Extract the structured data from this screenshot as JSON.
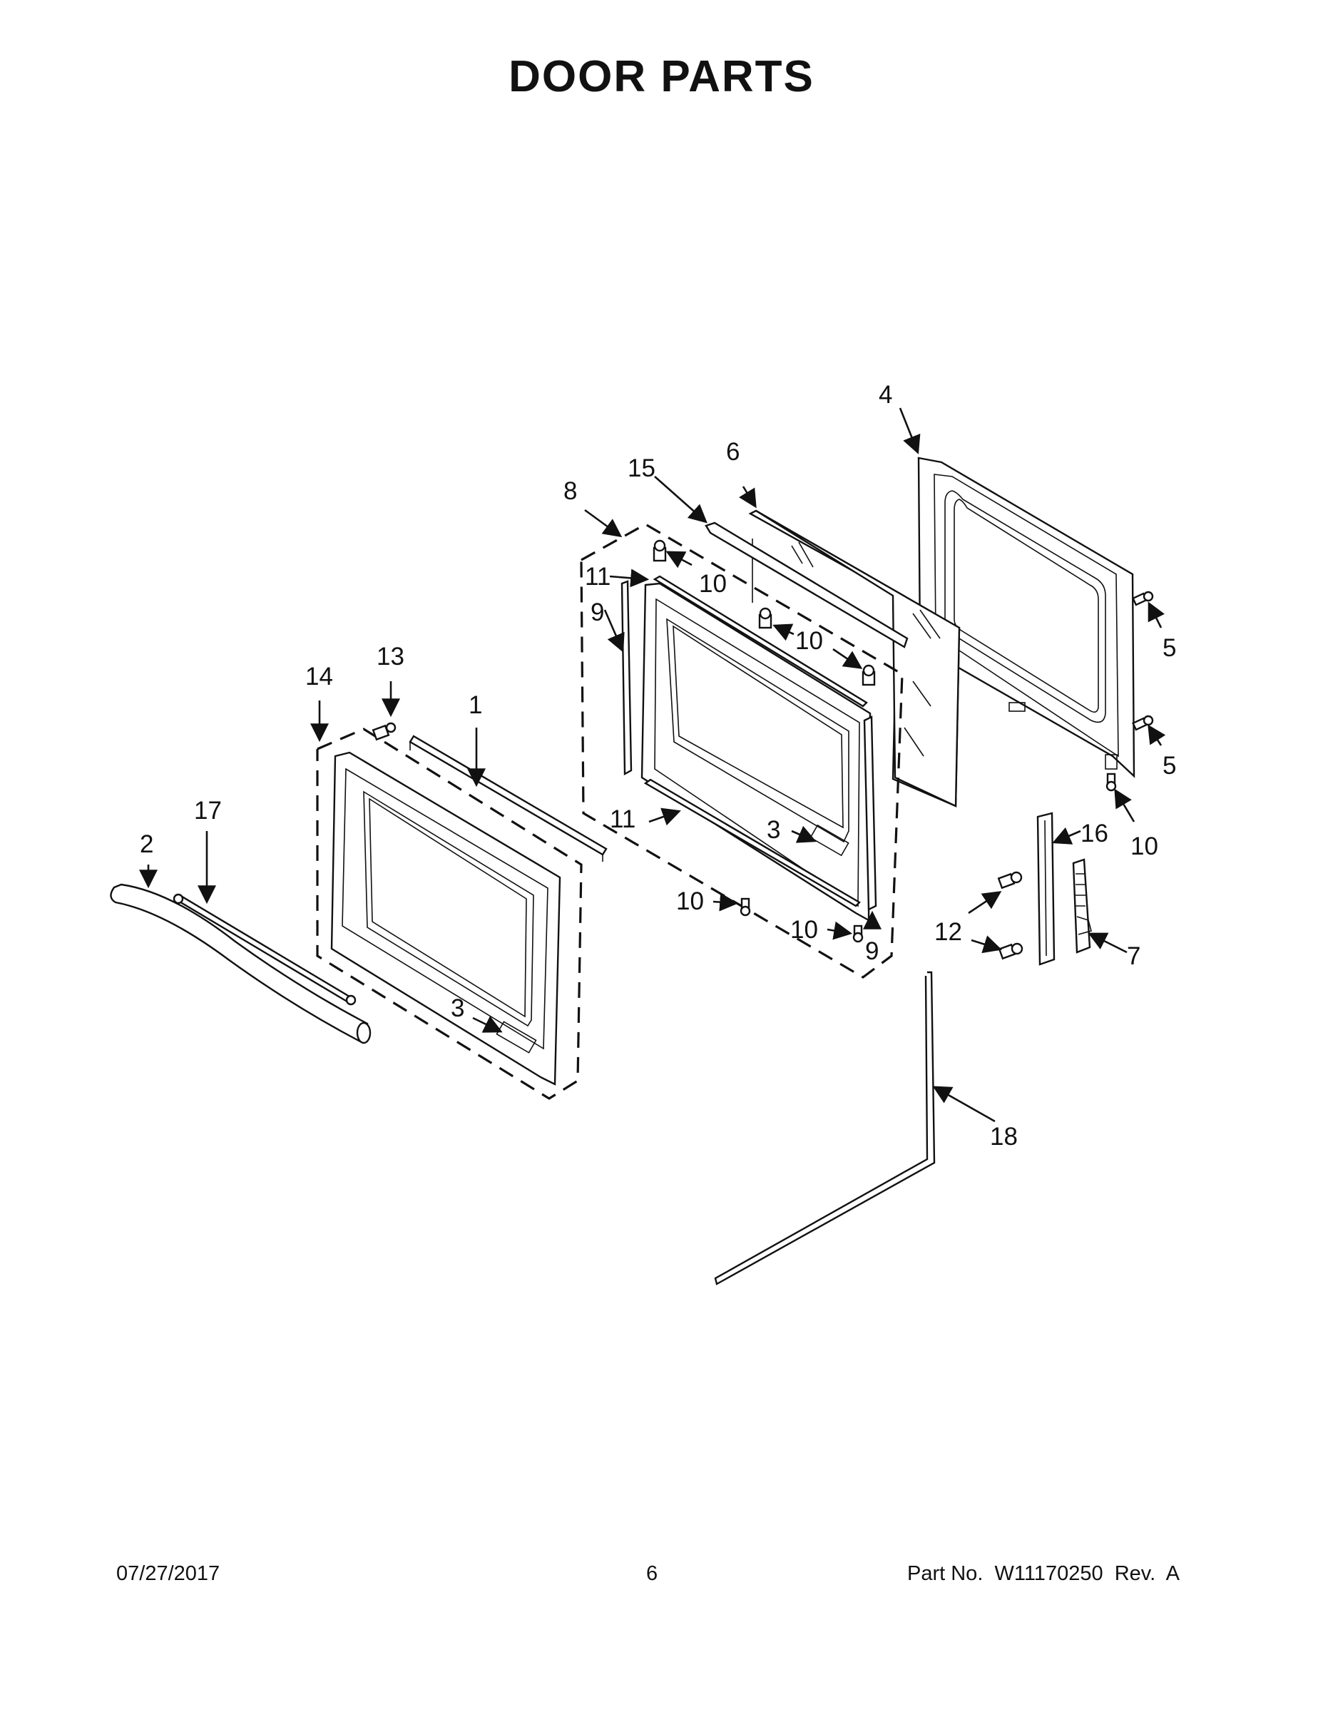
{
  "header": {
    "title": "DOOR PARTS"
  },
  "callouts": {
    "c1": "1",
    "c2": "2",
    "c3a": "3",
    "c3b": "3",
    "c4": "4",
    "c5a": "5",
    "c5b": "5",
    "c6": "6",
    "c7": "7",
    "c8": "8",
    "c9a": "9",
    "c9b": "9",
    "c10a": "10",
    "c10b": "10",
    "c10c": "10",
    "c10d": "10",
    "c10e": "10",
    "c11a": "11",
    "c11b": "11",
    "c12": "12",
    "c13": "13",
    "c14": "14",
    "c15": "15",
    "c16": "16",
    "c17": "17",
    "c18": "18"
  },
  "footer": {
    "date": "07/27/2017",
    "page_number": "6",
    "part_number": "Part No.  W11170250  Rev.  A"
  }
}
